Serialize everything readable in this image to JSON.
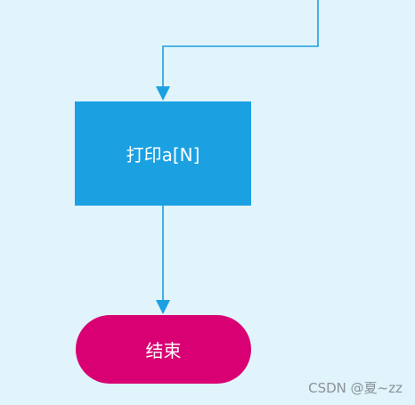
{
  "diagram": {
    "nodes": {
      "print": {
        "label": "打印a[N]"
      },
      "end": {
        "label": "结束"
      }
    },
    "colors": {
      "background": "#e1f3fb",
      "process_fill": "#1ba1e2",
      "terminal_fill": "#d80073",
      "connector": "#1ba1e2"
    }
  },
  "watermark": {
    "text": "CSDN @夏~zz"
  }
}
